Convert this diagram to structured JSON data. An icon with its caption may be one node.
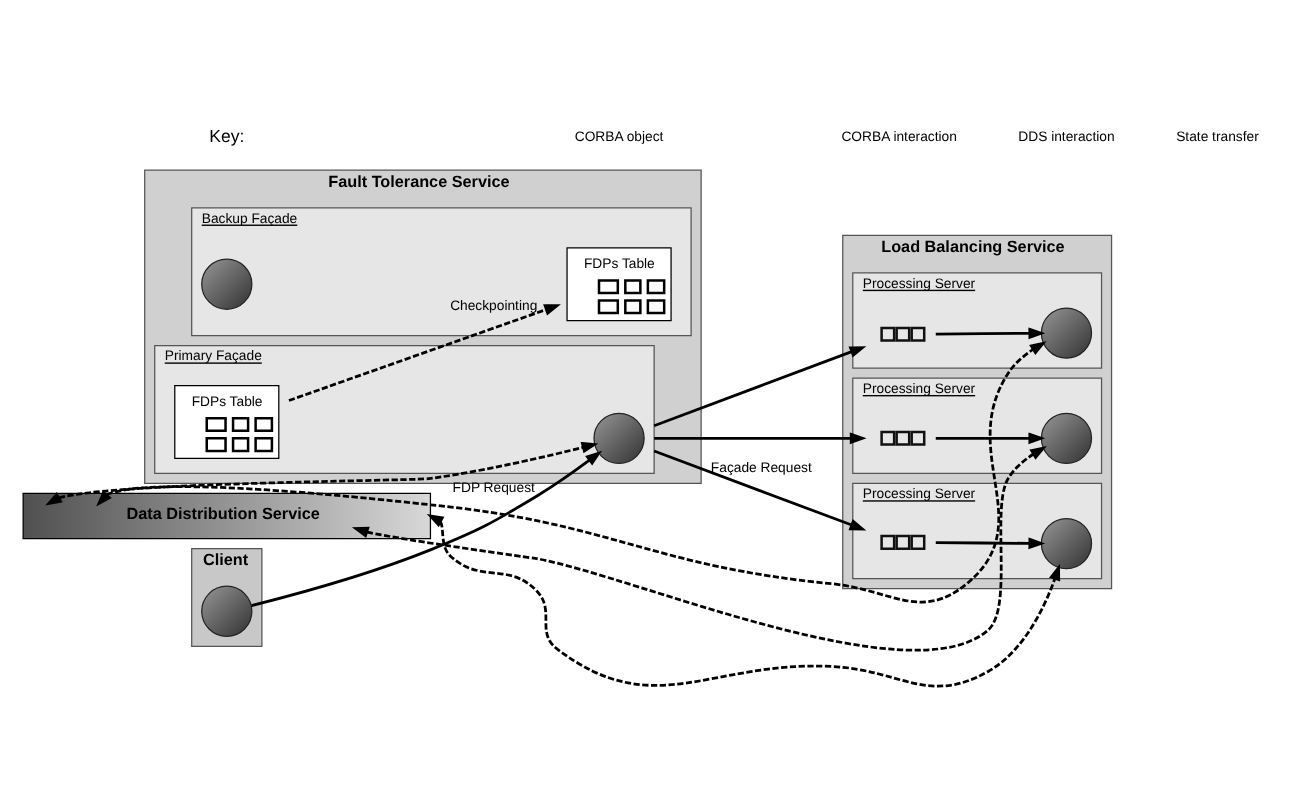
{
  "diagram": {
    "nodes": [
      {
        "text": [
          "Fault Tolerance Service"
        ]
      },
      {
        "text": [
          "Backup Façade"
        ],
        "in": 0
      },
      {
        "text": [],
        "shape": "circle",
        "in": 1
      },
      {
        "text": [
          "FDPs Table"
        ],
        "in": 1
      },
      {
        "text": [
          "Primary Façade"
        ],
        "in": 0
      },
      {
        "text": [],
        "shape": "circle",
        "in": 4
      },
      {
        "text": [
          "FDPs Table"
        ],
        "in": 4
      },
      {
        "text": [
          "Client"
        ]
      },
      {
        "text": [],
        "shape": "circle",
        "in": 7
      },
      {
        "text": [
          "Load Balancing Service"
        ]
      },
      {
        "text": [
          "Processing Server"
        ],
        "in": 9
      },
      {
        "text": [],
        "shape": "box",
        "in": 10
      },
      {
        "text": [],
        "shape": "circle",
        "in": 10
      },
      {
        "text": [
          "Processing Server"
        ],
        "in": 9
      },
      {
        "text": [],
        "shape": "box",
        "in": 13
      },
      {
        "text": [],
        "shape": "circle",
        "in": 13
      },
      {
        "text": [
          "Processing Server"
        ],
        "in": 9
      },
      {
        "text": [],
        "shape": "box",
        "in": 16
      },
      {
        "text": [],
        "shape": "circle",
        "in": 16
      },
      {
        "text": [
          "Data Distribution Service"
        ]
      }
    ],
    "edges": [
      {
        "from": 8,
        "to": 5,
        "arrow": "to",
        "label": "FDP Request"
      },
      {
        "from": 6,
        "to": 3,
        "arrow": "to",
        "style": "dashed",
        "label": "Checkpointing"
      },
      {
        "from": 19,
        "to": 5,
        "arrow": "both",
        "style": "dashed"
      },
      {
        "from": 4,
        "to": 11,
        "arrow": "to"
      },
      {
        "from": 4,
        "to": 14,
        "arrow": "to"
      },
      {
        "from": 4,
        "to": 17,
        "arrow": "to",
        "label": "Façade Request"
      },
      {
        "from": 11,
        "to": 12,
        "arrow": "to"
      },
      {
        "from": 14,
        "to": 15,
        "arrow": "to"
      },
      {
        "from": 17,
        "to": 18,
        "arrow": "to"
      },
      {
        "from": 19,
        "to": 12,
        "arrow": "both",
        "style": "dashed"
      },
      {
        "from": 19,
        "to": 15,
        "arrow": "both",
        "style": "dashed"
      },
      {
        "from": 19,
        "to": 18,
        "arrow": "both",
        "style": "dashed"
      }
    ],
    "labels": [
      "Key:"
    ],
    "legend": [
      {
        "text": "CORBA object"
      },
      {
        "text": "CORBA interaction"
      },
      {
        "text": "DDS interaction"
      },
      {
        "text": "State transfer"
      }
    ]
  }
}
